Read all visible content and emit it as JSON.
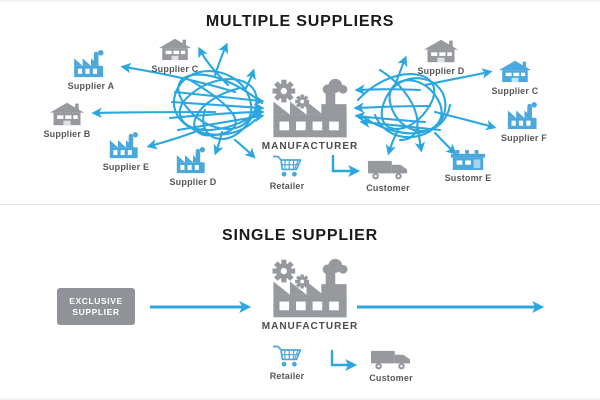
{
  "colors": {
    "arrow_blue": "#2BA7E0",
    "icon_blue": "#4BA8DC",
    "icon_gray": "#96999E",
    "title_text": "#1A1A1A",
    "label_text": "#55575A",
    "exclusive_box_bg": "#8F9296",
    "exclusive_box_text": "#FFFFFF",
    "divider": "#E6E6E6"
  },
  "multiple_suppliers": {
    "title": "MULTIPLE SUPPLIERS",
    "left_suppliers": [
      {
        "label": "Supplier A"
      },
      {
        "label": "Supplier B"
      },
      {
        "label": "Supplier C"
      },
      {
        "label": "Supplier E"
      },
      {
        "label": "Supplier D"
      }
    ],
    "right_suppliers": [
      {
        "label": "Supplier D"
      },
      {
        "label": "Supplier C"
      },
      {
        "label": "Supplier F"
      },
      {
        "label": "Sustomr E"
      }
    ],
    "manufacturer": "MANUFACTURER",
    "retailer": "Retailer",
    "customer": "Customer"
  },
  "single_supplier": {
    "title": "SINGLE SUPPLIER",
    "exclusive_line1": "EXCLUSIVE",
    "exclusive_line2": "SUPPLIER",
    "manufacturer": "MANUFACTURER",
    "retailer": "Retailer",
    "customer": "Customer"
  }
}
